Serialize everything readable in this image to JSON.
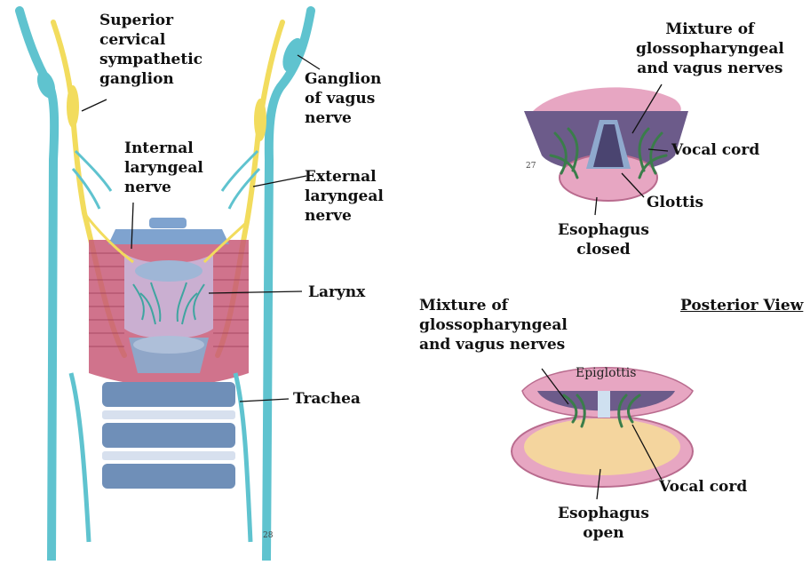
{
  "labels": {
    "superior_cervical_sympathetic_ganglion": "Superior\ncervical\nsympathetic\nganglion",
    "ganglion_of_vagus_nerve": "Ganglion\nof vagus\nnerve",
    "internal_laryngeal_nerve": "Internal\nlaryngeal\nnerve",
    "external_laryngeal_nerve": "External\nlaryngeal\nnerve",
    "larynx": "Larynx",
    "trachea": "Trachea",
    "mixture_top": "Mixture of\nglossopharyngeal\nand vagus nerves",
    "vocal_cord_top": "Vocal cord",
    "glottis": "Glottis",
    "esophagus_closed": "Esophagus\nclosed",
    "posterior_view": "Posterior View",
    "mixture_bottom": "Mixture of\nglossopharyngeal\nand vagus nerves",
    "epiglottis": "Epiglottis",
    "vocal_cord_bottom": "Vocal cord",
    "esophagus_open": "Esophagus\nopen"
  },
  "artist_marks": {
    "left": "28",
    "top_right": "27"
  },
  "colors": {
    "vagus_nerve": "#5fc3cf",
    "sympathetic_nerve": "#f2dc5d",
    "larynx_muscle": "#c85a78",
    "cartilage": "#8fa6c8",
    "nerve_branch": "#3a7d4a",
    "esophagus": "#e7a6c2"
  }
}
